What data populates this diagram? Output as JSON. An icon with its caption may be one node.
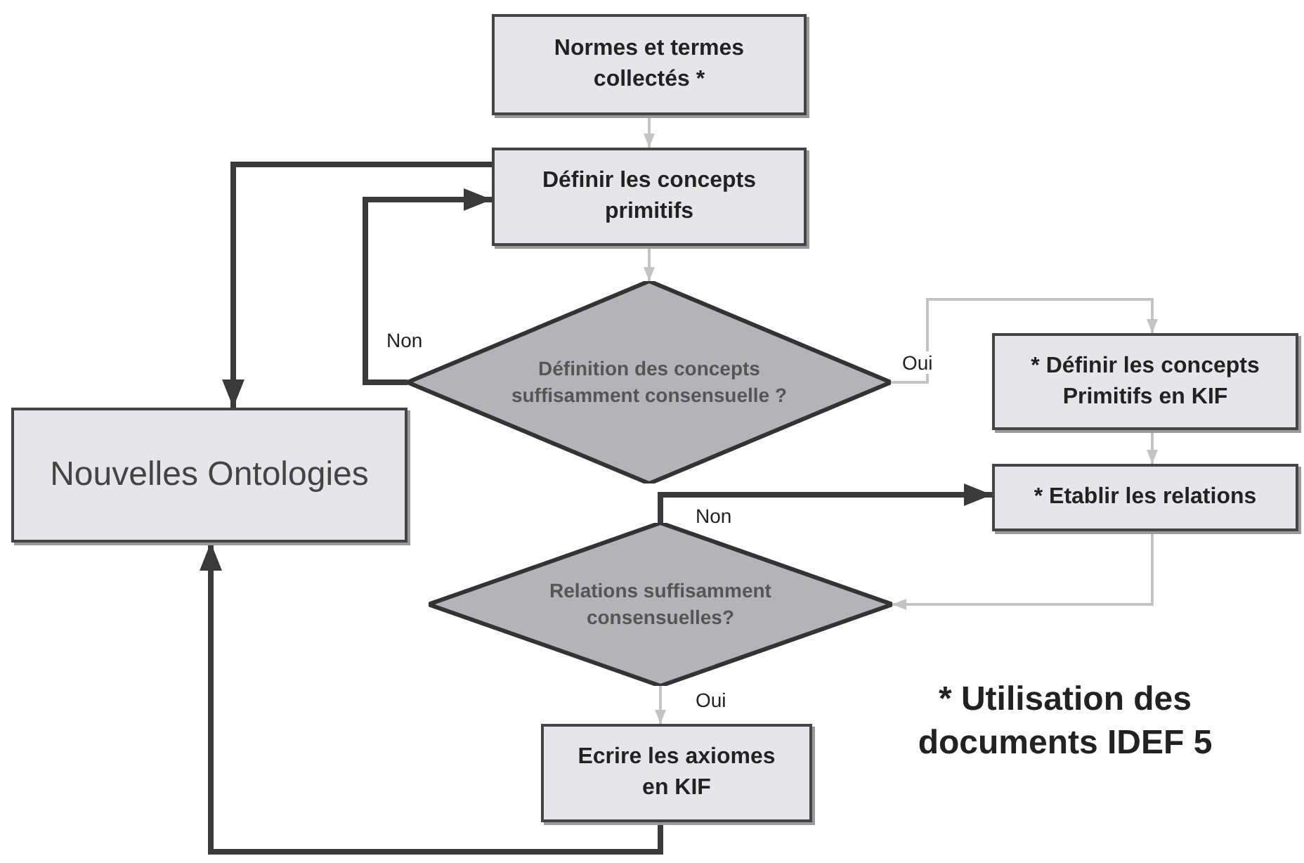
{
  "diagram": {
    "nodes": [
      {
        "text": [
          "Normes et termes collectés *"
        ]
      },
      {
        "text": [
          "Définir les concepts primitifs"
        ]
      },
      {
        "text": [
          "Définition des concepts suffisamment consensuelle ?"
        ]
      },
      {
        "text": [
          "* Définir les concepts Primitifs en KIF"
        ]
      },
      {
        "text": [
          "* Etablir les relations"
        ]
      },
      {
        "text": [
          "Nouvelles Ontologies"
        ]
      },
      {
        "text": [
          "Relations suffisamment consensuelles?"
        ]
      },
      {
        "text": [
          "Ecrire les axiomes en KIF"
        ]
      }
    ],
    "edges": [
      {
        "from": 0,
        "to": 1,
        "arrow": "to"
      },
      {
        "from": 1,
        "to": 2,
        "arrow": "to"
      },
      {
        "from": 2,
        "to": 1,
        "arrow": "to",
        "label": "Non",
        "style": "thick",
        "color": "#3a3a3a"
      },
      {
        "from": 2,
        "to": 3,
        "arrow": "to",
        "label": "Oui"
      },
      {
        "from": 3,
        "to": 4,
        "arrow": "to"
      },
      {
        "from": 4,
        "to": 6,
        "arrow": "to"
      },
      {
        "from": 6,
        "to": 4,
        "arrow": "to",
        "label": "Non",
        "style": "thick",
        "color": "#3a3a3a"
      },
      {
        "from": 6,
        "to": 7,
        "arrow": "to",
        "label": "Oui"
      },
      {
        "from": 1,
        "to": 5,
        "arrow": "to",
        "style": "thick",
        "color": "#3a3a3a"
      },
      {
        "from": 7,
        "to": 5,
        "arrow": "to",
        "style": "thick",
        "color": "#3a3a3a"
      }
    ],
    "labels": [
      "* Utilisation des documents IDEF 5"
    ]
  }
}
